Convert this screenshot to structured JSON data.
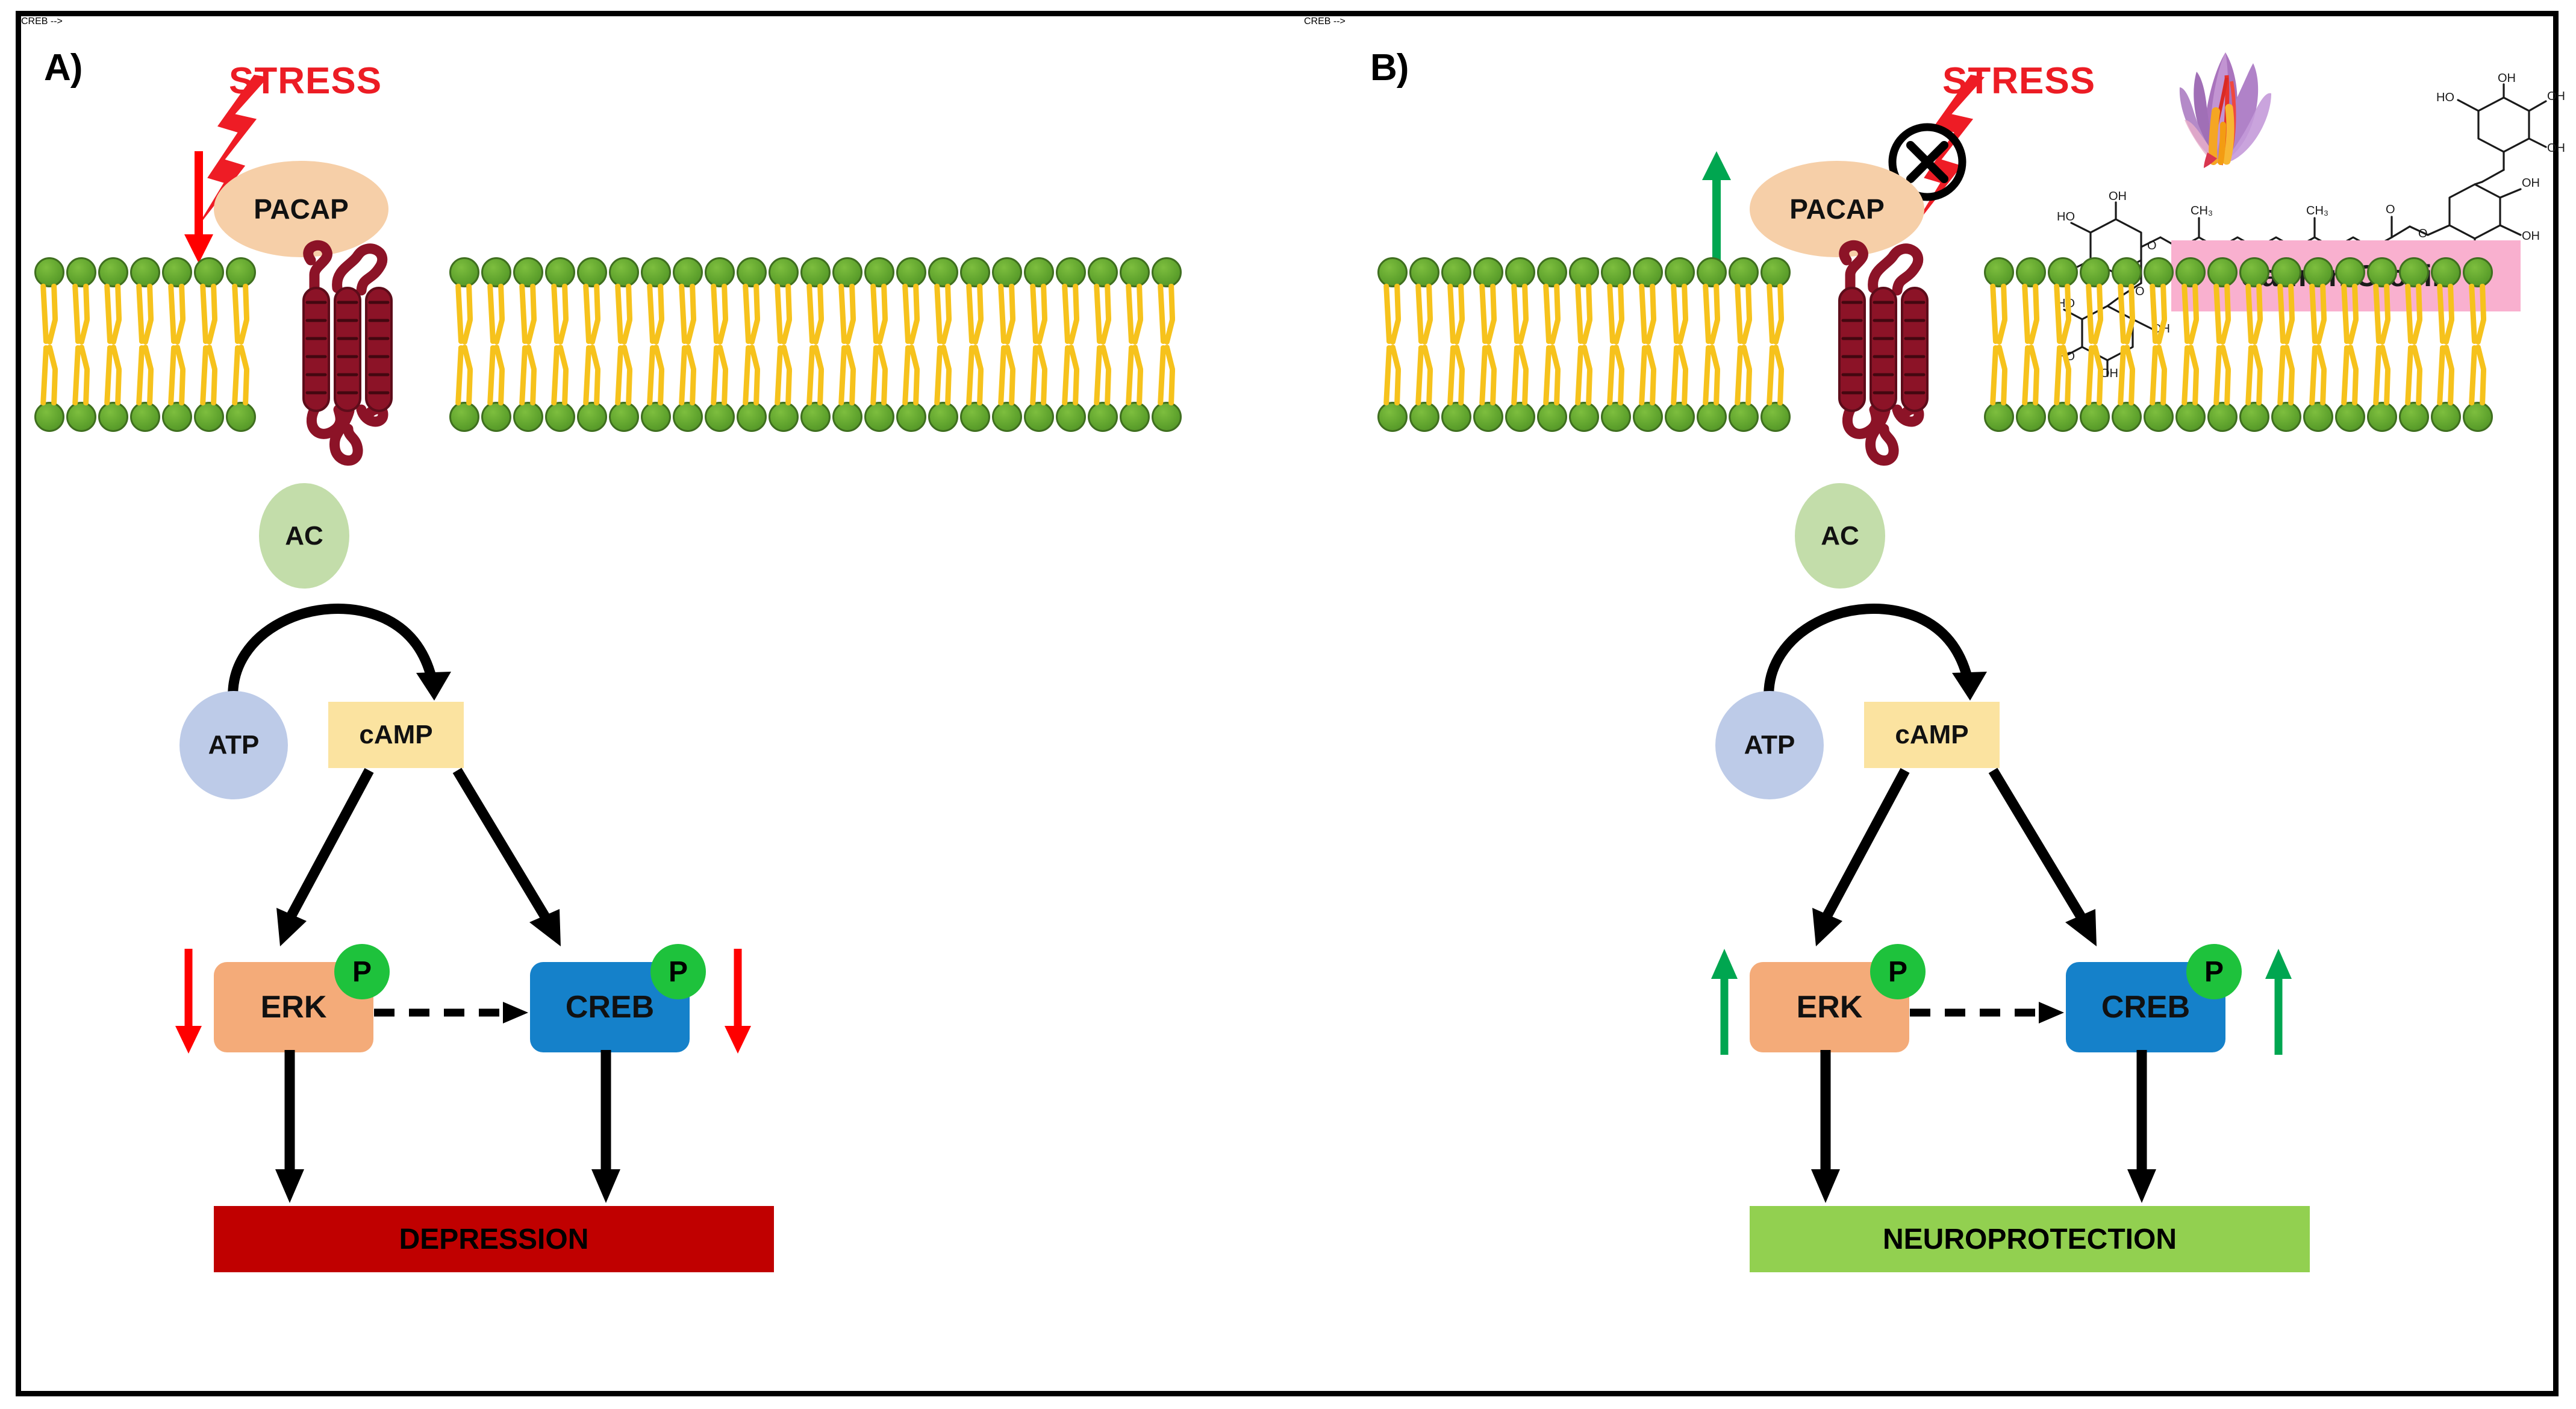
{
  "figure": {
    "type": "two-panel-signaling-pathway-diagram",
    "background": "#ffffff",
    "border_color": "#000000"
  },
  "panels": [
    {
      "id": "A",
      "label": "A)",
      "condition": "stress-induced depression",
      "stress": {
        "label": "STRESS",
        "color": "#ec1c24",
        "icon": "lightning-bolt-icon",
        "blocked": false
      },
      "pacap": {
        "label": "PACAP",
        "color": "#f6cfa8",
        "regulation": "down",
        "arrow_color": "#ff0000"
      },
      "receptor": {
        "name": "PAC1-receptor",
        "color": "#8c1327",
        "type": "gpcr-seven-transmembrane"
      },
      "membrane": {
        "head_color": "#5da12c",
        "tail_color": "#f6c21c",
        "lipid_count": 36
      },
      "ac": {
        "label": "AC",
        "color": "#c3ddaa"
      },
      "atp": {
        "label": "ATP",
        "color": "#bdcbe8"
      },
      "camp": {
        "label": "cAMP",
        "color": "#fbe3a0"
      },
      "erk": {
        "label": "ERK",
        "color": "#f4ab79",
        "phospho_badge": "P",
        "regulation": "down",
        "arrow_color": "#ff0000"
      },
      "creb": {
        "label": "CREB",
        "color": "#1581ca",
        "phospho_badge": "P",
        "regulation": "down",
        "arrow_color": "#ff0000"
      },
      "outcome": {
        "label": "DEPRESSION",
        "color": "#c00000",
        "text_color": "#000000"
      }
    },
    {
      "id": "B",
      "label": "B)",
      "condition": "saffron crocin treatment",
      "stress": {
        "label": "STRESS",
        "color": "#ec1c24",
        "icon": "lightning-bolt-icon",
        "blocked": true,
        "block_icon": "circle-x-inhibition-icon"
      },
      "pacap": {
        "label": "PACAP",
        "color": "#f6cfa8",
        "regulation": "up",
        "arrow_color": "#00a650"
      },
      "receptor": {
        "name": "PAC1-receptor",
        "color": "#8c1327",
        "type": "gpcr-seven-transmembrane"
      },
      "membrane": {
        "head_color": "#5da12c",
        "tail_color": "#f6c21c",
        "lipid_count": 34
      },
      "ac": {
        "label": "AC",
        "color": "#c3ddaa"
      },
      "atp": {
        "label": "ATP",
        "color": "#bdcbe8"
      },
      "camp": {
        "label": "cAMP",
        "color": "#fbe3a0"
      },
      "erk": {
        "label": "ERK",
        "color": "#f4ab79",
        "phospho_badge": "P",
        "regulation": "up",
        "arrow_color": "#00a650"
      },
      "creb": {
        "label": "CREB",
        "color": "#1581ca",
        "phospho_badge": "P",
        "regulation": "up",
        "arrow_color": "#00a650"
      },
      "outcome": {
        "label": "NEUROPROTECTION",
        "color": "#92d050",
        "text_color": "#000000"
      },
      "treatment": {
        "label": "Saffron Crocin",
        "label_bg": "#f9b0cf",
        "flower": "saffron-crocus-flower-image",
        "structure": "crocin-chemical-structure",
        "structure_annotations": [
          "HO",
          "OH",
          "OH",
          "OH",
          "OH",
          "OH",
          "OH",
          "OH",
          "O",
          "O",
          "O",
          "O",
          "CH3",
          "CH3",
          "CH3",
          "CH3"
        ]
      }
    }
  ],
  "edges": [
    {
      "from": "STRESS",
      "to": "PACAP",
      "style": "lightning-bolt"
    },
    {
      "from": "PACAP",
      "to": "receptor",
      "style": "binding"
    },
    {
      "from": "ATP",
      "to": "cAMP",
      "style": "curved-solid-arrow",
      "catalyst": "AC"
    },
    {
      "from": "cAMP",
      "to": "ERK",
      "style": "solid-arrow"
    },
    {
      "from": "cAMP",
      "to": "CREB",
      "style": "solid-arrow"
    },
    {
      "from": "ERK",
      "to": "CREB",
      "style": "dashed-arrow"
    },
    {
      "from": "ERK",
      "to": "outcome",
      "style": "solid-arrow"
    },
    {
      "from": "CREB",
      "to": "outcome",
      "style": "solid-arrow"
    }
  ]
}
